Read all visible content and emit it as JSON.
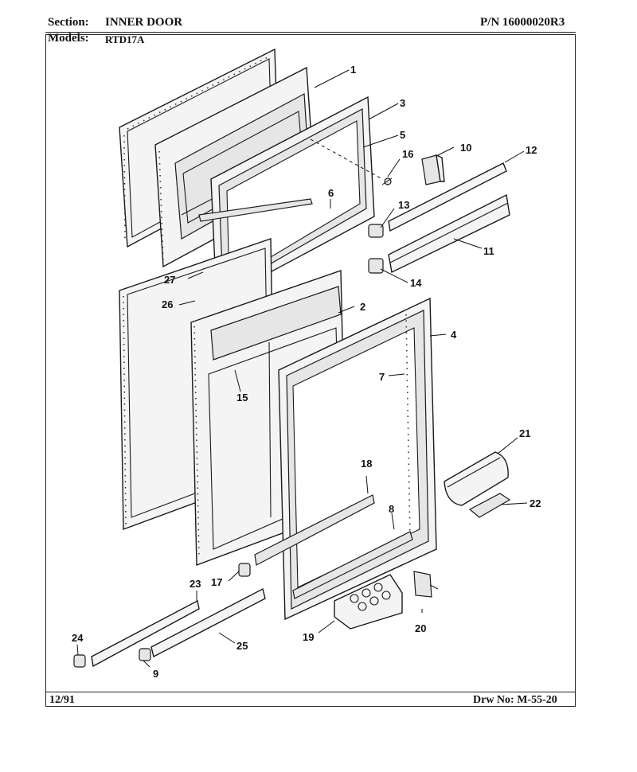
{
  "header": {
    "section_label": "Section:",
    "section_value": "INNER DOOR",
    "part_number": "P/N 16000020R3",
    "models_label": "Models:",
    "models_value": "RTD17A"
  },
  "footer": {
    "date": "12/91",
    "drawing_number": "Drw No: M-55-20"
  },
  "callouts": {
    "c1": "1",
    "c2": "2",
    "c3": "3",
    "c4": "4",
    "c5": "5",
    "c6": "6",
    "c7": "7",
    "c8": "8",
    "c9": "9",
    "c10": "10",
    "c11": "11",
    "c12": "12",
    "c13": "13",
    "c14": "14",
    "c15": "15",
    "c16": "16",
    "c17": "17",
    "c18": "18",
    "c19": "19",
    "c20": "20",
    "c21": "21",
    "c22": "22",
    "c23": "23",
    "c24": "24",
    "c25": "25",
    "c26": "26",
    "c27": "27"
  }
}
